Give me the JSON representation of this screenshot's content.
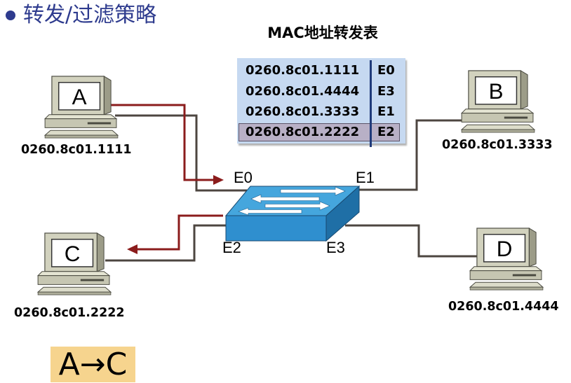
{
  "slide": {
    "title": "转发/过滤策略",
    "title_color": "#2e3b8e",
    "bullet_icon": "filled-circle-bullet-icon"
  },
  "mac_table": {
    "title": "MAC地址转发表",
    "rows": [
      {
        "mac": "0260.8c01.1111",
        "port": "E0",
        "highlighted": false
      },
      {
        "mac": "0260.8c01.4444",
        "port": "E3",
        "highlighted": false
      },
      {
        "mac": "0260.8c01.3333",
        "port": "E1",
        "highlighted": false
      },
      {
        "mac": "0260.8c01.2222",
        "port": "E2",
        "highlighted": true
      }
    ],
    "background_color": "#c6d9f1",
    "highlight_color": "#b8b0c6",
    "divider_color": "#1f3a7a"
  },
  "hosts": [
    {
      "label": "A",
      "mac": "0260.8c01.1111",
      "icon": "desktop-computer-icon"
    },
    {
      "label": "B",
      "mac": "0260.8c01.3333",
      "icon": "desktop-computer-icon"
    },
    {
      "label": "C",
      "mac": "0260.8c01.2222",
      "icon": "desktop-computer-icon"
    },
    {
      "label": "D",
      "mac": "0260.8c01.4444",
      "icon": "desktop-computer-icon"
    }
  ],
  "switch": {
    "icon": "network-switch-icon",
    "color": "#45a6dd",
    "ports": [
      "E0",
      "E1",
      "E2",
      "E3"
    ]
  },
  "links": {
    "color": "#4d4640"
  },
  "frame_path": {
    "color": "#8b1c1c",
    "icon": "arrow-icon"
  },
  "caption": {
    "text": "A→C",
    "background_color": "#f6d48e"
  }
}
